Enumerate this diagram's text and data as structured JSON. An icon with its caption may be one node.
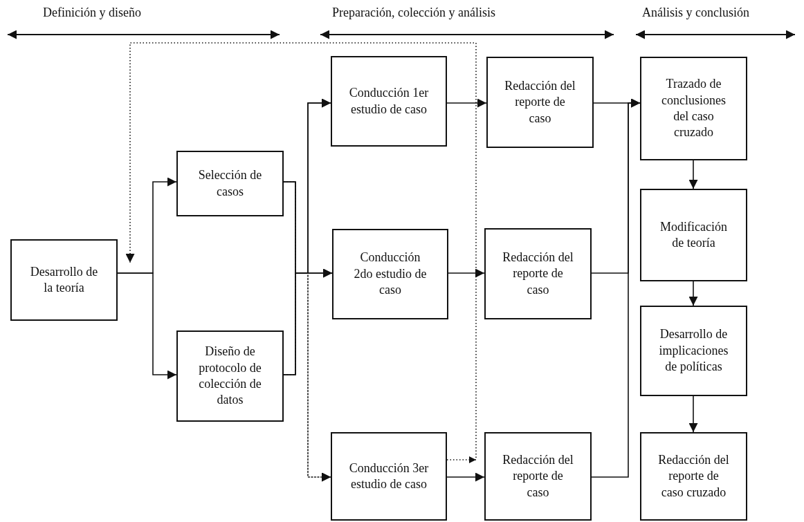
{
  "diagram": {
    "nodes": [
      {
        "text": [
          "Desarrollo de la teoría"
        ]
      },
      {
        "text": [
          "Selección de casos"
        ]
      },
      {
        "text": [
          "Diseño de protocolo de colección de datos"
        ]
      },
      {
        "text": [
          "Conducción 1er estudio de caso"
        ]
      },
      {
        "text": [
          "Redacción del reporte de caso"
        ]
      },
      {
        "text": [
          "Trazado de conclusiones del caso cruzado"
        ]
      },
      {
        "text": [
          "Conducción 2do estudio de caso"
        ]
      },
      {
        "text": [
          "Redacción del reporte de caso"
        ]
      },
      {
        "text": [
          "Modificación de teoría"
        ]
      },
      {
        "text": [
          "Conducción 3er estudio de caso"
        ]
      },
      {
        "text": [
          "Redacción del reporte de caso"
        ]
      },
      {
        "text": [
          "Desarrollo de implicaciones de políticas"
        ]
      },
      {
        "text": [
          "Redacción del reporte de caso cruzado"
        ]
      }
    ],
    "edges": [
      {
        "from": 0,
        "to": 1,
        "arrow": "to"
      },
      {
        "from": 0,
        "to": 2,
        "arrow": "to"
      },
      {
        "from": 1,
        "to": 3,
        "arrow": "to"
      },
      {
        "from": 1,
        "to": 6,
        "arrow": "to"
      },
      {
        "from": 1,
        "to": 9,
        "arrow": "to",
        "style": "dashed"
      },
      {
        "from": 2,
        "to": 3,
        "arrow": "to"
      },
      {
        "from": 2,
        "to": 6,
        "arrow": "to"
      },
      {
        "from": 2,
        "to": 9,
        "arrow": "to",
        "style": "dashed"
      },
      {
        "from": 3,
        "to": 4,
        "arrow": "to"
      },
      {
        "from": 6,
        "to": 7,
        "arrow": "to"
      },
      {
        "from": 9,
        "to": 10,
        "arrow": "to"
      },
      {
        "from": 4,
        "to": 5,
        "arrow": "to"
      },
      {
        "from": 7,
        "to": 5,
        "arrow": "to"
      },
      {
        "from": 10,
        "to": 5,
        "arrow": "to"
      },
      {
        "from": 5,
        "to": 8,
        "arrow": "to"
      },
      {
        "from": 8,
        "to": 11,
        "arrow": "to"
      },
      {
        "from": 11,
        "to": 12,
        "arrow": "to"
      },
      {
        "from": 9,
        "to": 0,
        "arrow": "to",
        "style": "dashed"
      }
    ],
    "labels": [
      "Definición y diseño",
      "Preparación, colección y análisis",
      "Análisis y conclusión"
    ]
  }
}
